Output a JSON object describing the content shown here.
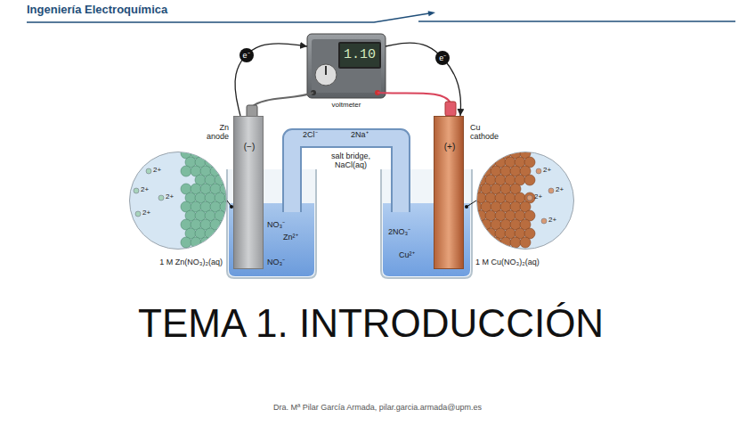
{
  "diagram": {
    "title": "TEMA 1. INTRODUCCIÓN",
    "caption": "Dra. Mª Pilar García Armada, pilar.garcia.armada@upm.es",
    "nodes": [
      {
        "text": [
          "1.10",
          "voltmeter"
        ]
      },
      {
        "text": [
          "Zn anode",
          "(−)"
        ]
      },
      {
        "text": [
          "Cu cathode",
          "(+)"
        ]
      },
      {
        "text": [
          "2Cl⁻",
          "2Na⁺",
          "salt bridge, NaCl(aq)"
        ]
      },
      {
        "text": [
          "2+",
          "2+",
          "2+",
          "2+"
        ]
      },
      {
        "text": [
          "NO₃⁻",
          "Zn²⁺",
          "NO₃⁻",
          "1 M Zn(NO₃)₂(aq)"
        ]
      },
      {
        "text": [
          "2NO₃⁻",
          "Cu²⁺",
          "1 M Cu(NO₃)₂(aq)"
        ]
      },
      {
        "text": [
          "2+",
          "2+",
          "2+",
          "2+"
        ]
      }
    ],
    "edges": [
      {
        "from": 1,
        "to": 0,
        "arrow": "to",
        "label": "e⁻"
      },
      {
        "from": 0,
        "to": 2,
        "arrow": "to",
        "label": "e⁻"
      }
    ],
    "labels": [
      "Ingeniería Electroquímica"
    ]
  }
}
